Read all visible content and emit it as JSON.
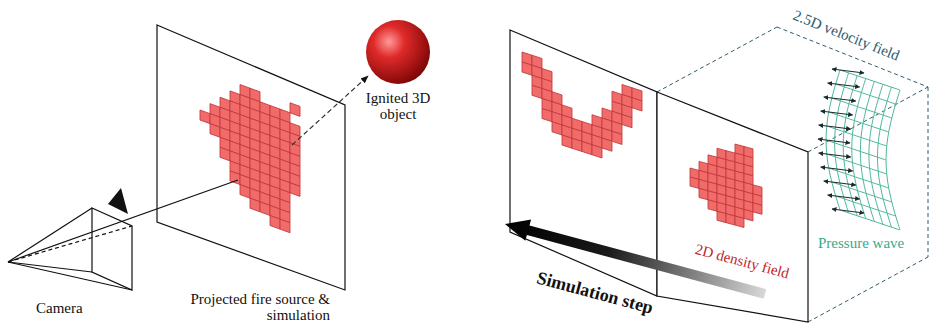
{
  "diagram": {
    "labels": [
      "Camera",
      "Projected fire source & simulation",
      "Ignited 3D object",
      "2.5D velocity field",
      "Simulation step",
      "2D density field",
      "Pressure wave"
    ]
  }
}
